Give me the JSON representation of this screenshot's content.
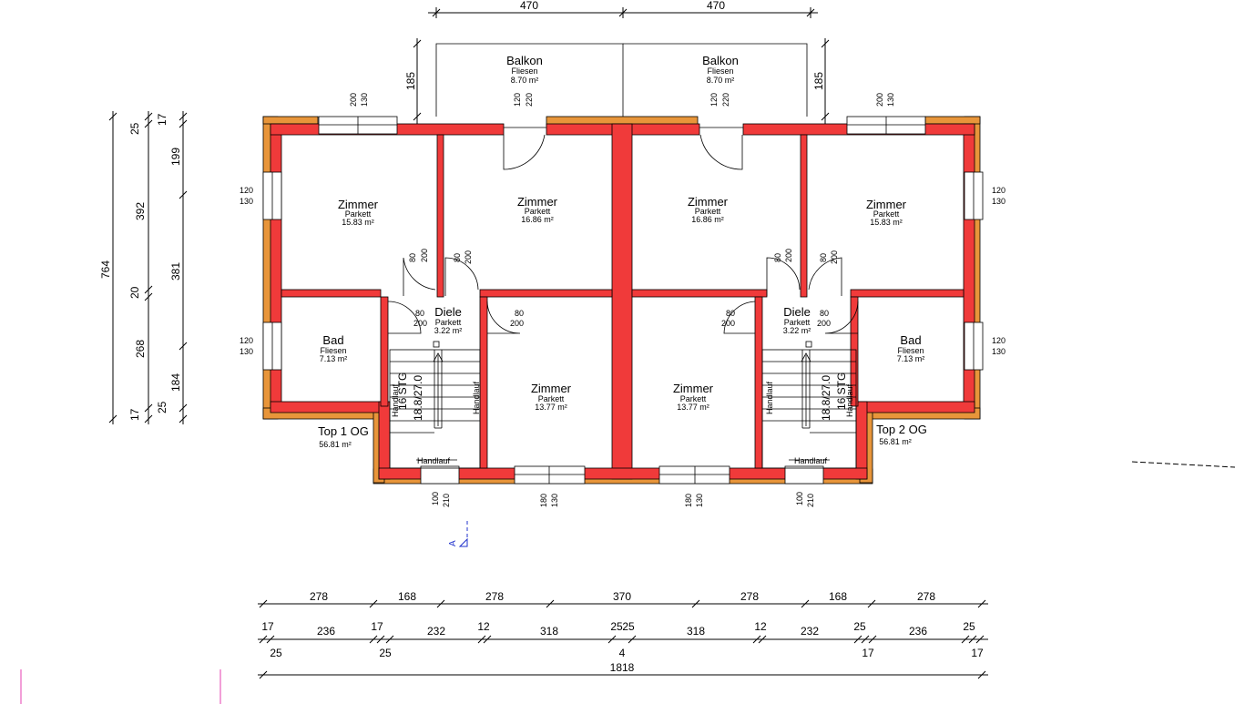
{
  "units": [
    {
      "label": "Top 1 OG",
      "area": "56.81 m²",
      "rooms": [
        {
          "name": "Balkon",
          "floor": "Fliesen",
          "area": "8.70 m²"
        },
        {
          "name": "Zimmer",
          "floor": "Parkett",
          "area": "15.83 m²"
        },
        {
          "name": "Zimmer",
          "floor": "Parkett",
          "area": "16.86 m²"
        },
        {
          "name": "Bad",
          "floor": "Fliesen",
          "area": "7.13 m²"
        },
        {
          "name": "Diele",
          "floor": "Parkett",
          "area": "3.22 m²"
        },
        {
          "name": "Zimmer",
          "floor": "Parkett",
          "area": "13.77 m²"
        }
      ],
      "stair": {
        "steps": "16 STG",
        "rise": "18.8/27.0"
      }
    },
    {
      "label": "Top 2 OG",
      "area": "56.81 m²",
      "rooms": [
        {
          "name": "Balkon",
          "floor": "Fliesen",
          "area": "8.70 m²"
        },
        {
          "name": "Zimmer",
          "floor": "Parkett",
          "area": "16.86 m²"
        },
        {
          "name": "Zimmer",
          "floor": "Parkett",
          "area": "15.83 m²"
        },
        {
          "name": "Diele",
          "floor": "Parkett",
          "area": "3.22 m²"
        },
        {
          "name": "Bad",
          "floor": "Fliesen",
          "area": "7.13 m²"
        },
        {
          "name": "Zimmer",
          "floor": "Parkett",
          "area": "13.77 m²"
        }
      ],
      "stair": {
        "steps": "16 STG",
        "rise": "18.8/27.0"
      }
    }
  ],
  "handlauf": "Handlauf",
  "section_marker": "A",
  "dims": {
    "top": [
      "470",
      "470"
    ],
    "balcony_depth": "185",
    "left_total": "764",
    "left_mid": [
      "25",
      "392",
      "20",
      "268",
      "17"
    ],
    "left_inner": [
      "17",
      "199",
      "381",
      "184",
      "25"
    ],
    "openings": {
      "win_top": [
        "200",
        "130"
      ],
      "win_side": [
        "120",
        "130"
      ],
      "balcony_door": [
        "120",
        "220"
      ],
      "inner_door": [
        "80",
        "200"
      ],
      "entry_door": [
        "100",
        "210"
      ],
      "win_bottom": [
        "180",
        "130"
      ]
    },
    "bottom_row1": [
      "278",
      "168",
      "278",
      "370",
      "278",
      "168",
      "278"
    ],
    "bottom_row2_top": [
      "17",
      "236",
      "17",
      "232",
      "12",
      "318",
      "25",
      "25",
      "318",
      "12",
      "232",
      "25",
      "236",
      "25"
    ],
    "bottom_row2_bottom": [
      "25",
      "25",
      "4",
      "17",
      "17"
    ],
    "bottom_total": "1818"
  }
}
